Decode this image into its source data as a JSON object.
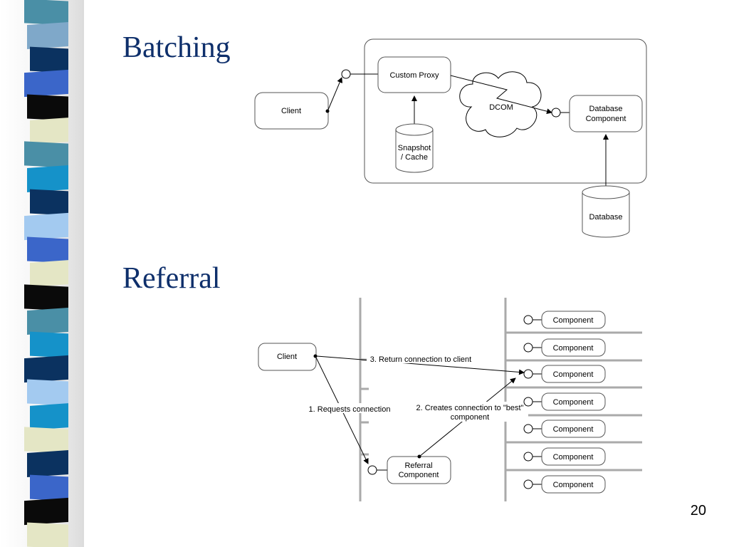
{
  "colors": {
    "title": "#0e2f6b",
    "stripes": [
      "#4a8fa6",
      "#7fa8c9",
      "#0b3260",
      "#3b66c9",
      "#0a0a0a",
      "#e4e6c5",
      "#4a8fa6",
      "#1592c9",
      "#0b3260",
      "#a3caf0",
      "#3b66c9",
      "#e4e6c5",
      "#0a0a0a",
      "#4a8fa6",
      "#1592c9",
      "#0b3260",
      "#a3caf0",
      "#1592c9",
      "#e4e6c5",
      "#0b3260",
      "#3b66c9",
      "#0a0a0a",
      "#e4e6c5"
    ]
  },
  "slide": {
    "page_number": "20"
  },
  "batching": {
    "title": "Batching",
    "client": "Client",
    "custom_proxy": "Custom Proxy",
    "dcom": "DCOM",
    "snapshot_cache": [
      "Snapshot",
      "/ Cache"
    ],
    "database_component": [
      "Database",
      "Component"
    ],
    "database": "Database"
  },
  "referral": {
    "title": "Referral",
    "client": "Client",
    "referral_component": [
      "Referral",
      "Component"
    ],
    "components": [
      "Component",
      "Component",
      "Component",
      "Component",
      "Component",
      "Component",
      "Component"
    ],
    "step1": "1. Requests connection",
    "step2": [
      "2. Creates connection to \"best\"",
      "component"
    ],
    "step3": "3. Return connection to client"
  }
}
